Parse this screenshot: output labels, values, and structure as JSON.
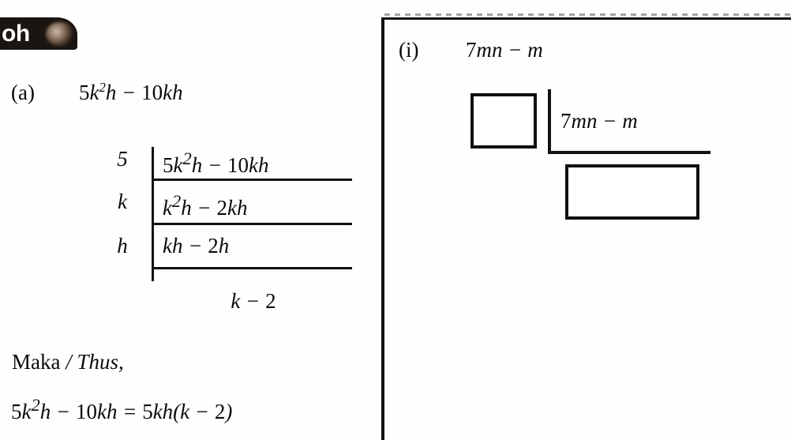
{
  "document": {
    "tab_label": "oh",
    "background_color": "#fefefe",
    "ink_color": "#111111",
    "tab_color": "#1b1512"
  },
  "left_example": {
    "part_label": "(a)",
    "expression": "5k²h − 10kh",
    "ladder": {
      "rows": [
        {
          "divisor": "5",
          "dividend": "5k²h − 10kh"
        },
        {
          "divisor": "k",
          "dividend": "k²h − 2kh"
        },
        {
          "divisor": "h",
          "dividend": "kh − 2h"
        }
      ],
      "quotient": "k − 2"
    },
    "thus_malay": "Maka",
    "thus_separator": "/",
    "thus_english": "Thus,",
    "result": "5k²h − 10kh = 5kh(k − 2)"
  },
  "right_exercise": {
    "part_label": "(i)",
    "expression": "7mn − m",
    "ladder": {
      "divisor_blank": "",
      "dividend": "7mn − m",
      "answer_blank": ""
    }
  }
}
